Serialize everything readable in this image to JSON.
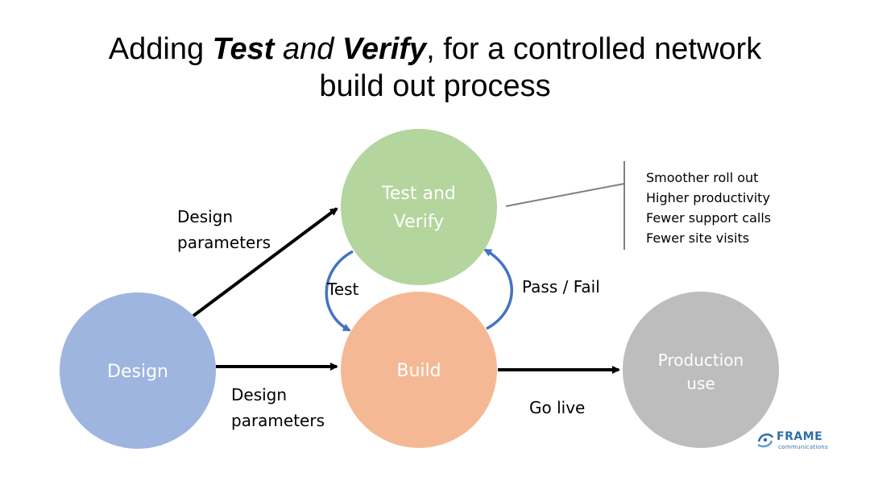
{
  "title": {
    "prefix": "Adding ",
    "bold1": "Test",
    "middle": " and ",
    "bold2": "Verify",
    "suffix": ", for a controlled network",
    "line2": "build out process"
  },
  "nodes": {
    "test_verify": {
      "line1": "Test and",
      "line2": "Verify",
      "color": "#b4d59e"
    },
    "design": {
      "label": "Design",
      "color": "#9eb5e0"
    },
    "build": {
      "label": "Build",
      "color": "#f4b994"
    },
    "production": {
      "line1": "Production",
      "line2": "use",
      "color": "#bdbdbd"
    }
  },
  "edges": {
    "design_to_test": {
      "line1": "Design",
      "line2": "parameters"
    },
    "design_to_build": {
      "line1": "Design",
      "line2": "parameters"
    },
    "build_to_test": "Pass / Fail",
    "test_to_build": "Test",
    "build_to_production": "Go live"
  },
  "benefits": [
    "Smoother roll out",
    "Higher productivity",
    "Fewer support calls",
    "Fewer site visits"
  ],
  "logo": {
    "name": "FRAME",
    "tagline": "communications",
    "color": "#2e6fa8"
  },
  "colors": {
    "cycle_arrow": "#4472c4",
    "bracket": "#7f7f7f"
  }
}
